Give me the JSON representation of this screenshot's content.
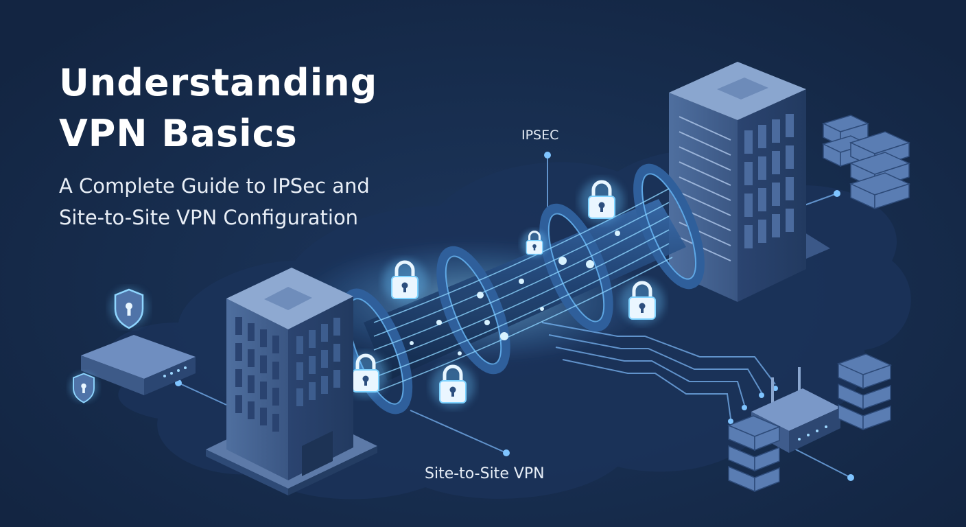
{
  "header": {
    "title_line1": "Understanding",
    "title_line2": "VPN Basics",
    "subtitle_line1": "A Complete Guide to IPSec and",
    "subtitle_line2": "Site-to-Site VPN Configuration"
  },
  "callouts": {
    "ipsec": "IPSEC",
    "site_to_site": "Site-to-Site VPN"
  },
  "colors": {
    "background": "#152846",
    "glow": "#7fd3ff",
    "building": "#5f7fb0",
    "building_dark": "#2c4670",
    "text": "#ffffff"
  },
  "icons": [
    "padlock-icon",
    "shield-icon",
    "building-icon",
    "router-icon",
    "server-rack-icon"
  ]
}
